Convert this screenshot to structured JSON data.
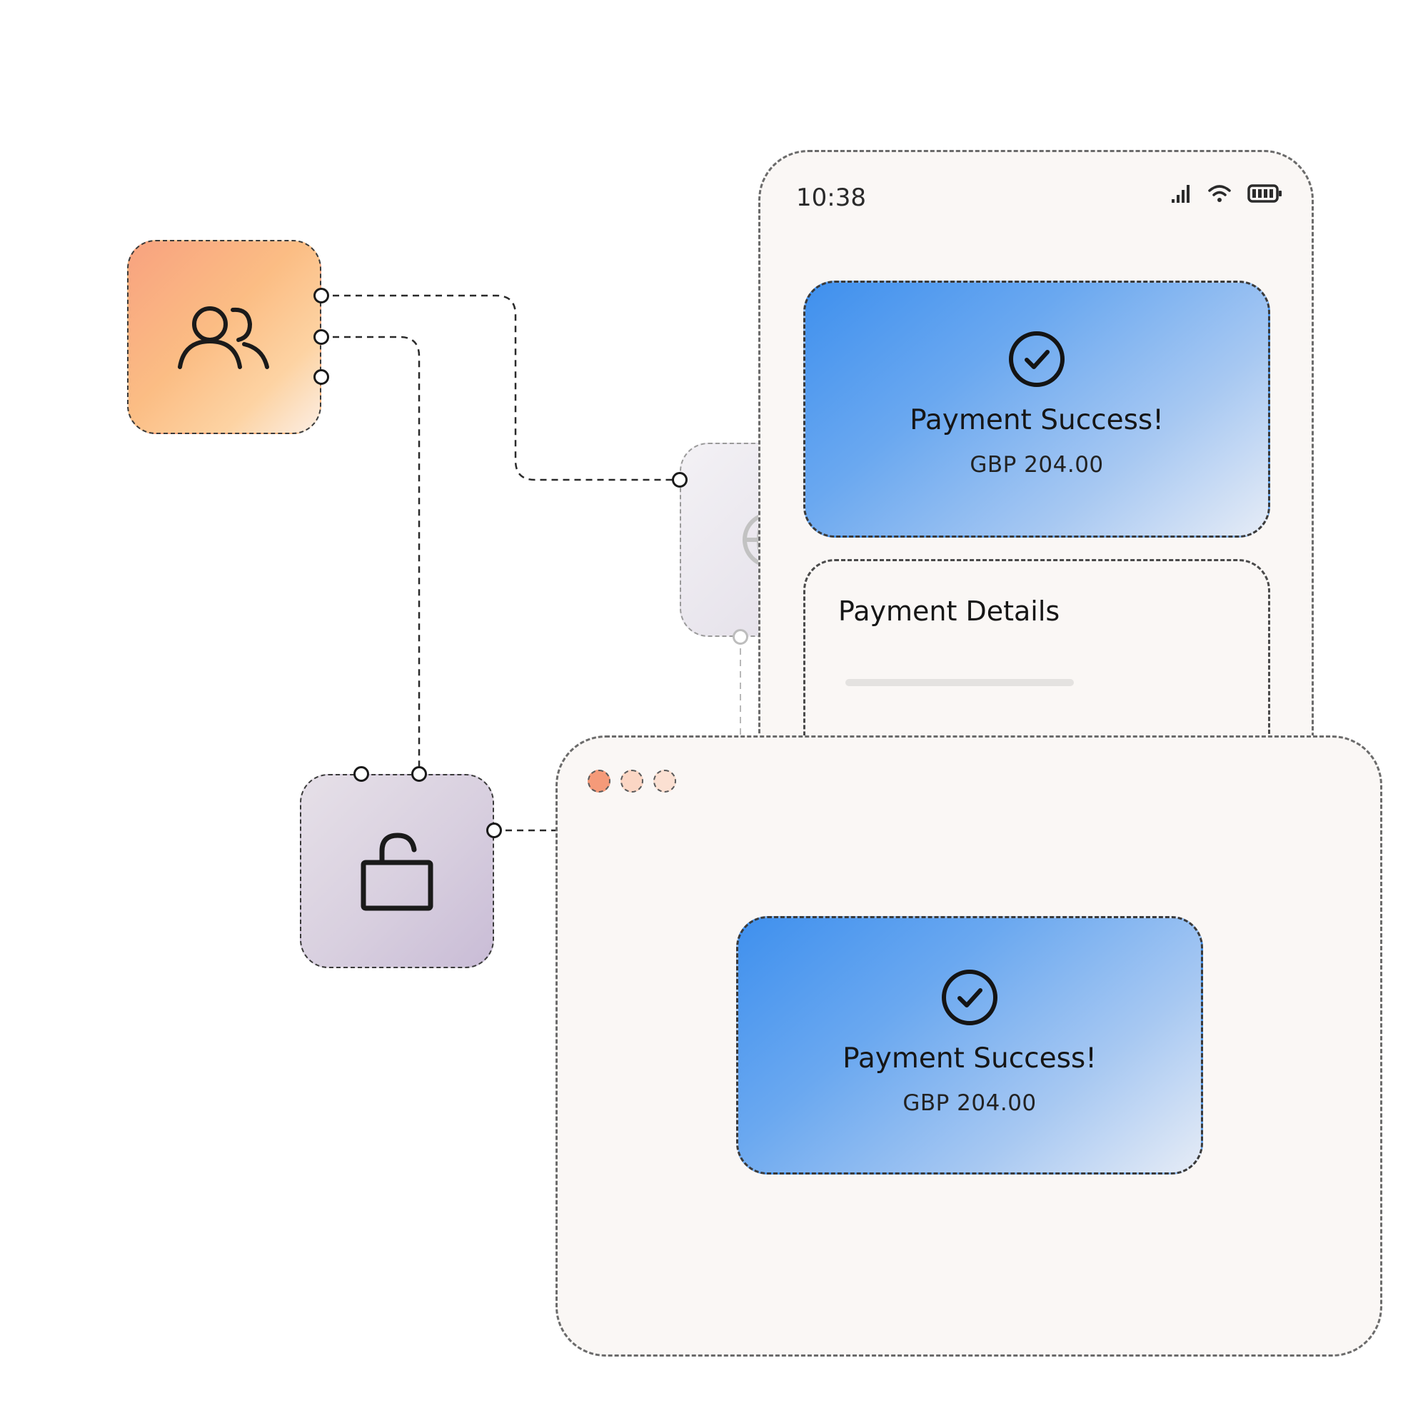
{
  "phone": {
    "status_time": "10:38",
    "status_icons": [
      "signal-icon",
      "wifi-icon",
      "battery-icon"
    ],
    "payment_card": {
      "icon": "check-circle-icon",
      "title": "Payment Success!",
      "amount": "GBP 204.00"
    },
    "details_title": "Payment Details"
  },
  "browser": {
    "window_controls": [
      "close",
      "minimize",
      "maximize"
    ],
    "payment_card": {
      "icon": "check-circle-icon",
      "title": "Payment Success!",
      "amount": "GBP 204.00"
    }
  },
  "nodes": [
    {
      "id": "users",
      "icon": "users-icon"
    },
    {
      "id": "lock",
      "icon": "unlock-icon"
    },
    {
      "id": "globe",
      "icon": "globe-icon"
    }
  ],
  "colors": {
    "users_tile_start": "#f8a27f",
    "lock_tile": "#d8cfdf",
    "card_blue": "#3f90ee",
    "surface": "#faf7f5",
    "close_dot": "#f59a79"
  }
}
